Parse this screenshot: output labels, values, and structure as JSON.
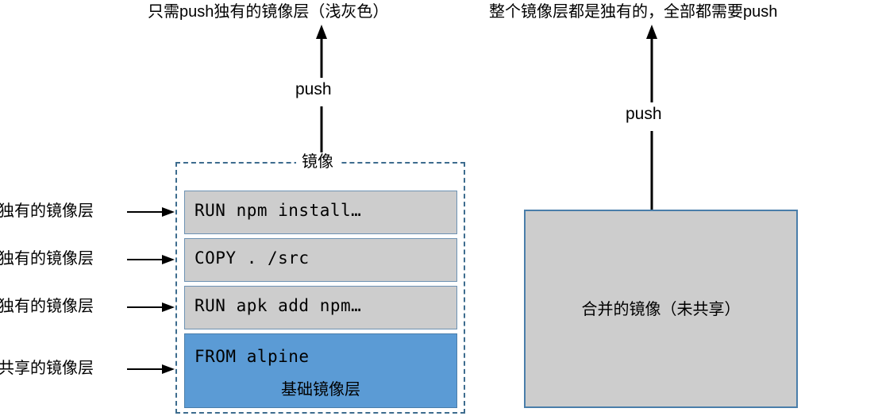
{
  "headings": {
    "left": "只需push独有的镜像层（浅灰色）",
    "right": "整个镜像层都是独有的，全部都需要push"
  },
  "push": {
    "left_label": "push",
    "right_label": "push",
    "arrow_icon": "arrow-up-icon"
  },
  "image_box": {
    "title": "镜像",
    "border_color": "#3d6c8e",
    "border_style": "dashed"
  },
  "side_labels": [
    {
      "text": "独有的镜像层",
      "arrow_icon": "arrow-right-icon"
    },
    {
      "text": "独有的镜像层",
      "arrow_icon": "arrow-right-icon"
    },
    {
      "text": "独有的镜像层",
      "arrow_icon": "arrow-right-icon"
    },
    {
      "text": "共享的镜像层",
      "arrow_icon": "arrow-right-icon"
    }
  ],
  "layers": [
    {
      "command": "RUN npm install…",
      "fill": "#cdcdcd",
      "border": "#6d92b3",
      "kind": "unique"
    },
    {
      "command": "COPY . /src",
      "fill": "#cdcdcd",
      "border": "#6d92b3",
      "kind": "unique"
    },
    {
      "command": "RUN apk add npm…",
      "fill": "#cdcdcd",
      "border": "#6d92b3",
      "kind": "unique"
    },
    {
      "command": "FROM alpine",
      "fill": "#5b9bd5",
      "border": "#4a7eaa",
      "kind": "shared",
      "caption": "基础镜像层"
    }
  ],
  "merged": {
    "label": "合并的镜像（未共享）",
    "fill": "#cdcdcd",
    "border": "#4a7eaa"
  },
  "colors": {
    "unique_layer": "#cdcdcd",
    "shared_layer": "#5b9bd5",
    "dashed_border": "#3d6c8e",
    "solid_border": "#4a7eaa",
    "text": "#000000",
    "background": "#ffffff"
  }
}
